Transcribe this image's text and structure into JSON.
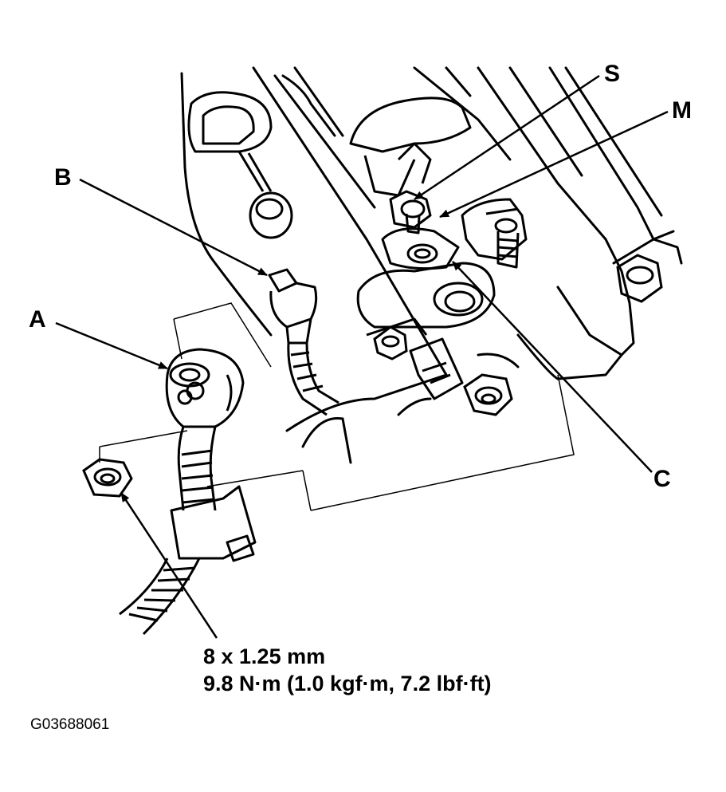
{
  "callouts": {
    "a": "A",
    "b": "B",
    "c": "C",
    "s": "S",
    "m": "M"
  },
  "torque_spec": {
    "bolt_size": "8 x 1.25 mm",
    "torque": "9.8 N·m (1.0 kgf·m, 7.2 lbf·ft)"
  },
  "figure_id": "G03688061",
  "colors": {
    "ink": "#000000",
    "paper": "#ffffff"
  }
}
